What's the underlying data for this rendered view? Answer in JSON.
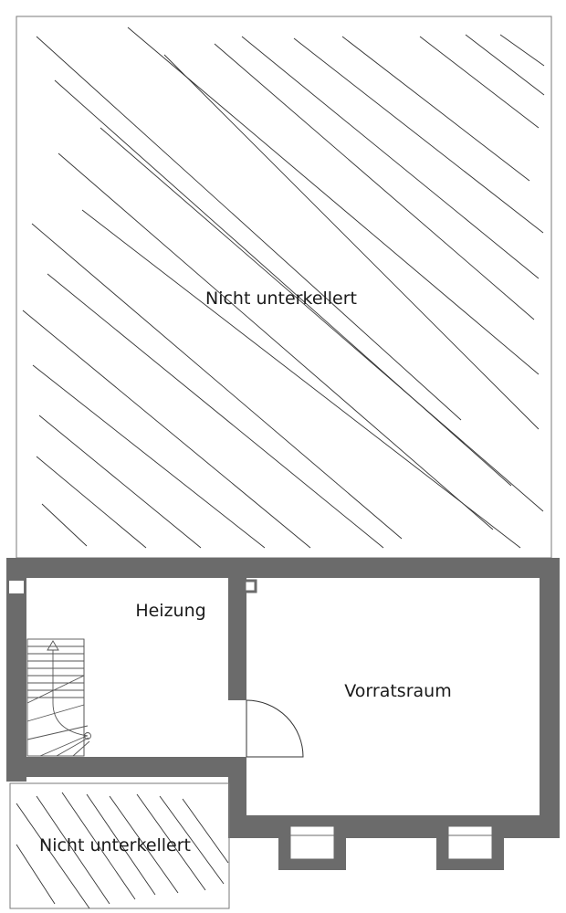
{
  "floor_plan": {
    "labels": {
      "upper_area": "Nicht unterkellert",
      "boiler_room": "Heizung",
      "storage_room": "Vorratsraum",
      "lower_area": "Nicht unterkellert"
    },
    "colors": {
      "wall": "#6b6b6b",
      "hatch": "#333333",
      "outline": "#7a7a7a",
      "text": "#1a1a1a"
    },
    "icons": {
      "stairs": "staircase-icon",
      "door": "door-swing-icon"
    }
  }
}
